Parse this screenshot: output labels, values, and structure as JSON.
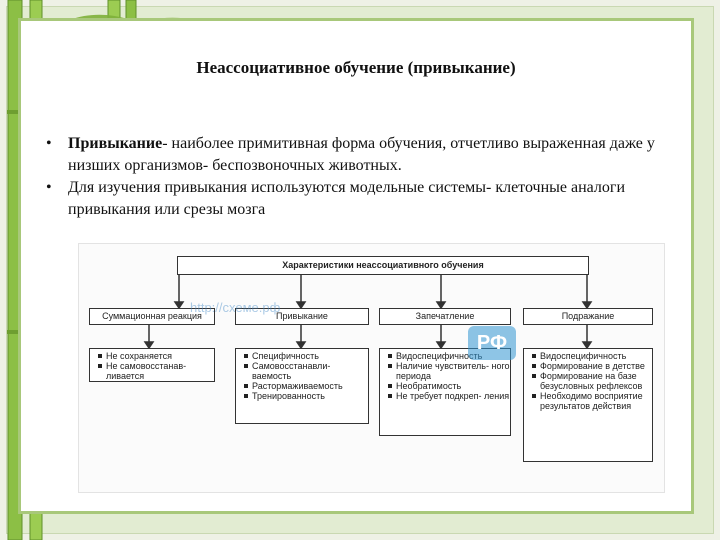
{
  "slide": {
    "title": "Неассоциативное обучение (привыкание)",
    "bullets": [
      {
        "term": "Привыкание",
        "text": "- наиболее примитивная форма обучения, отчетливо выраженная даже у низших организмов- беспозвоночных животных."
      },
      {
        "term": "",
        "text": "Для изучения привыкания используются модельные системы- клеточные аналоги привыкания или срезы мозга"
      }
    ]
  },
  "diagram": {
    "header": "Характеристики неассоциативного обучения",
    "columns": [
      {
        "title": "Суммационная реакция",
        "items": [
          "Не сохраняется",
          "Не самовосстанав- ливается"
        ]
      },
      {
        "title": "Привыкание",
        "items": [
          "Специфичность",
          "Самовосстанавли- ваемость",
          "Растормаживаемость",
          "Тренированность"
        ]
      },
      {
        "title": "Запечатление",
        "items": [
          "Видоспецифичность",
          "Наличие чувствитель- ного периода",
          "Необратимость",
          "Не требует подкреп- ления"
        ]
      },
      {
        "title": "Подражание",
        "items": [
          "Видоспецифичность",
          "Формирование в детстве",
          "Формирование на базе безусловных рефлексов",
          "Необходимо восприятие результатов действия"
        ]
      }
    ]
  },
  "watermark": {
    "url": "http://схеме.рф",
    "badge": "РФ"
  },
  "colors": {
    "frame": "#a8c87a",
    "bamboo": "#7fae3a",
    "line": "#333333"
  }
}
